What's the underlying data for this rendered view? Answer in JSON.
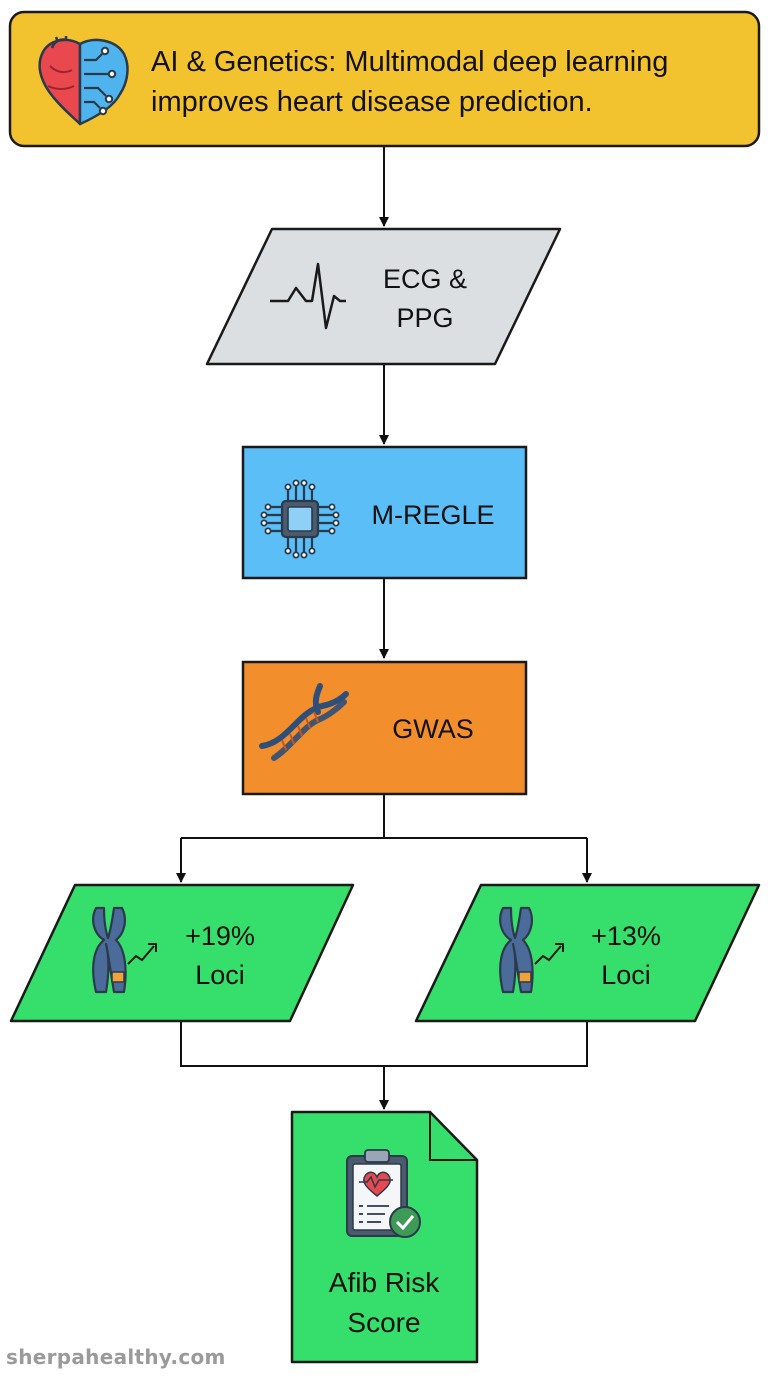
{
  "title": {
    "line1": "AI & Genetics: Multimodal deep learning",
    "line2": "improves heart disease prediction."
  },
  "nodes": {
    "input": {
      "line1": "ECG &",
      "line2": "PPG",
      "icon": "ecg-waveform-icon"
    },
    "model": {
      "label": "M-REGLE",
      "icon": "ai-chip-icon"
    },
    "analysis": {
      "label": "GWAS",
      "icon": "dna-icon"
    },
    "result_left": {
      "line1": "+19%",
      "line2": "Loci",
      "icon": "chromosome-trend-icon"
    },
    "result_right": {
      "line1": "+13%",
      "line2": "Loci",
      "icon": "chromosome-trend-icon"
    },
    "output": {
      "line1": "Afib Risk",
      "line2": "Score",
      "icon": "clipboard-heart-check-icon"
    }
  },
  "watermark": "sherpahealthy.com",
  "colors": {
    "title_bg": "#F3C22F",
    "input_bg": "#DCDFE2",
    "model_bg": "#5BBEF7",
    "analysis_bg": "#F28E2C",
    "result_bg": "#36DE6B",
    "stroke": "#1A1A1A"
  }
}
